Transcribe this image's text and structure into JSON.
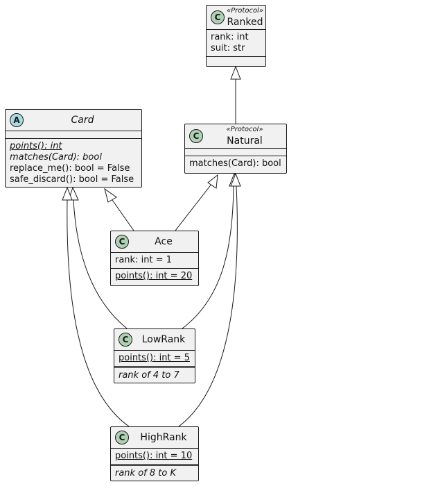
{
  "classes": {
    "ranked": {
      "icon": "C",
      "stereotype": "«Protocol»",
      "name": "Ranked",
      "attrs": [
        "rank: int",
        "suit: str"
      ]
    },
    "card": {
      "icon": "A",
      "name": "Card",
      "methods": [
        "points(): int",
        "matches(Card): bool",
        "replace_me(): bool = False",
        "safe_discard(): bool = False"
      ]
    },
    "natural": {
      "icon": "C",
      "stereotype": "«Protocol»",
      "name": "Natural",
      "methods": [
        "matches(Card): bool"
      ]
    },
    "ace": {
      "icon": "C",
      "name": "Ace",
      "attrs": [
        "rank: int = 1"
      ],
      "methods": [
        "points(): int = 20"
      ]
    },
    "lowrank": {
      "icon": "C",
      "name": "LowRank",
      "methods": [
        "points(): int = 5"
      ],
      "note": "rank of 4 to 7"
    },
    "highrank": {
      "icon": "C",
      "name": "HighRank",
      "methods": [
        "points(): int = 10"
      ],
      "note": "rank of 8 to K"
    }
  }
}
